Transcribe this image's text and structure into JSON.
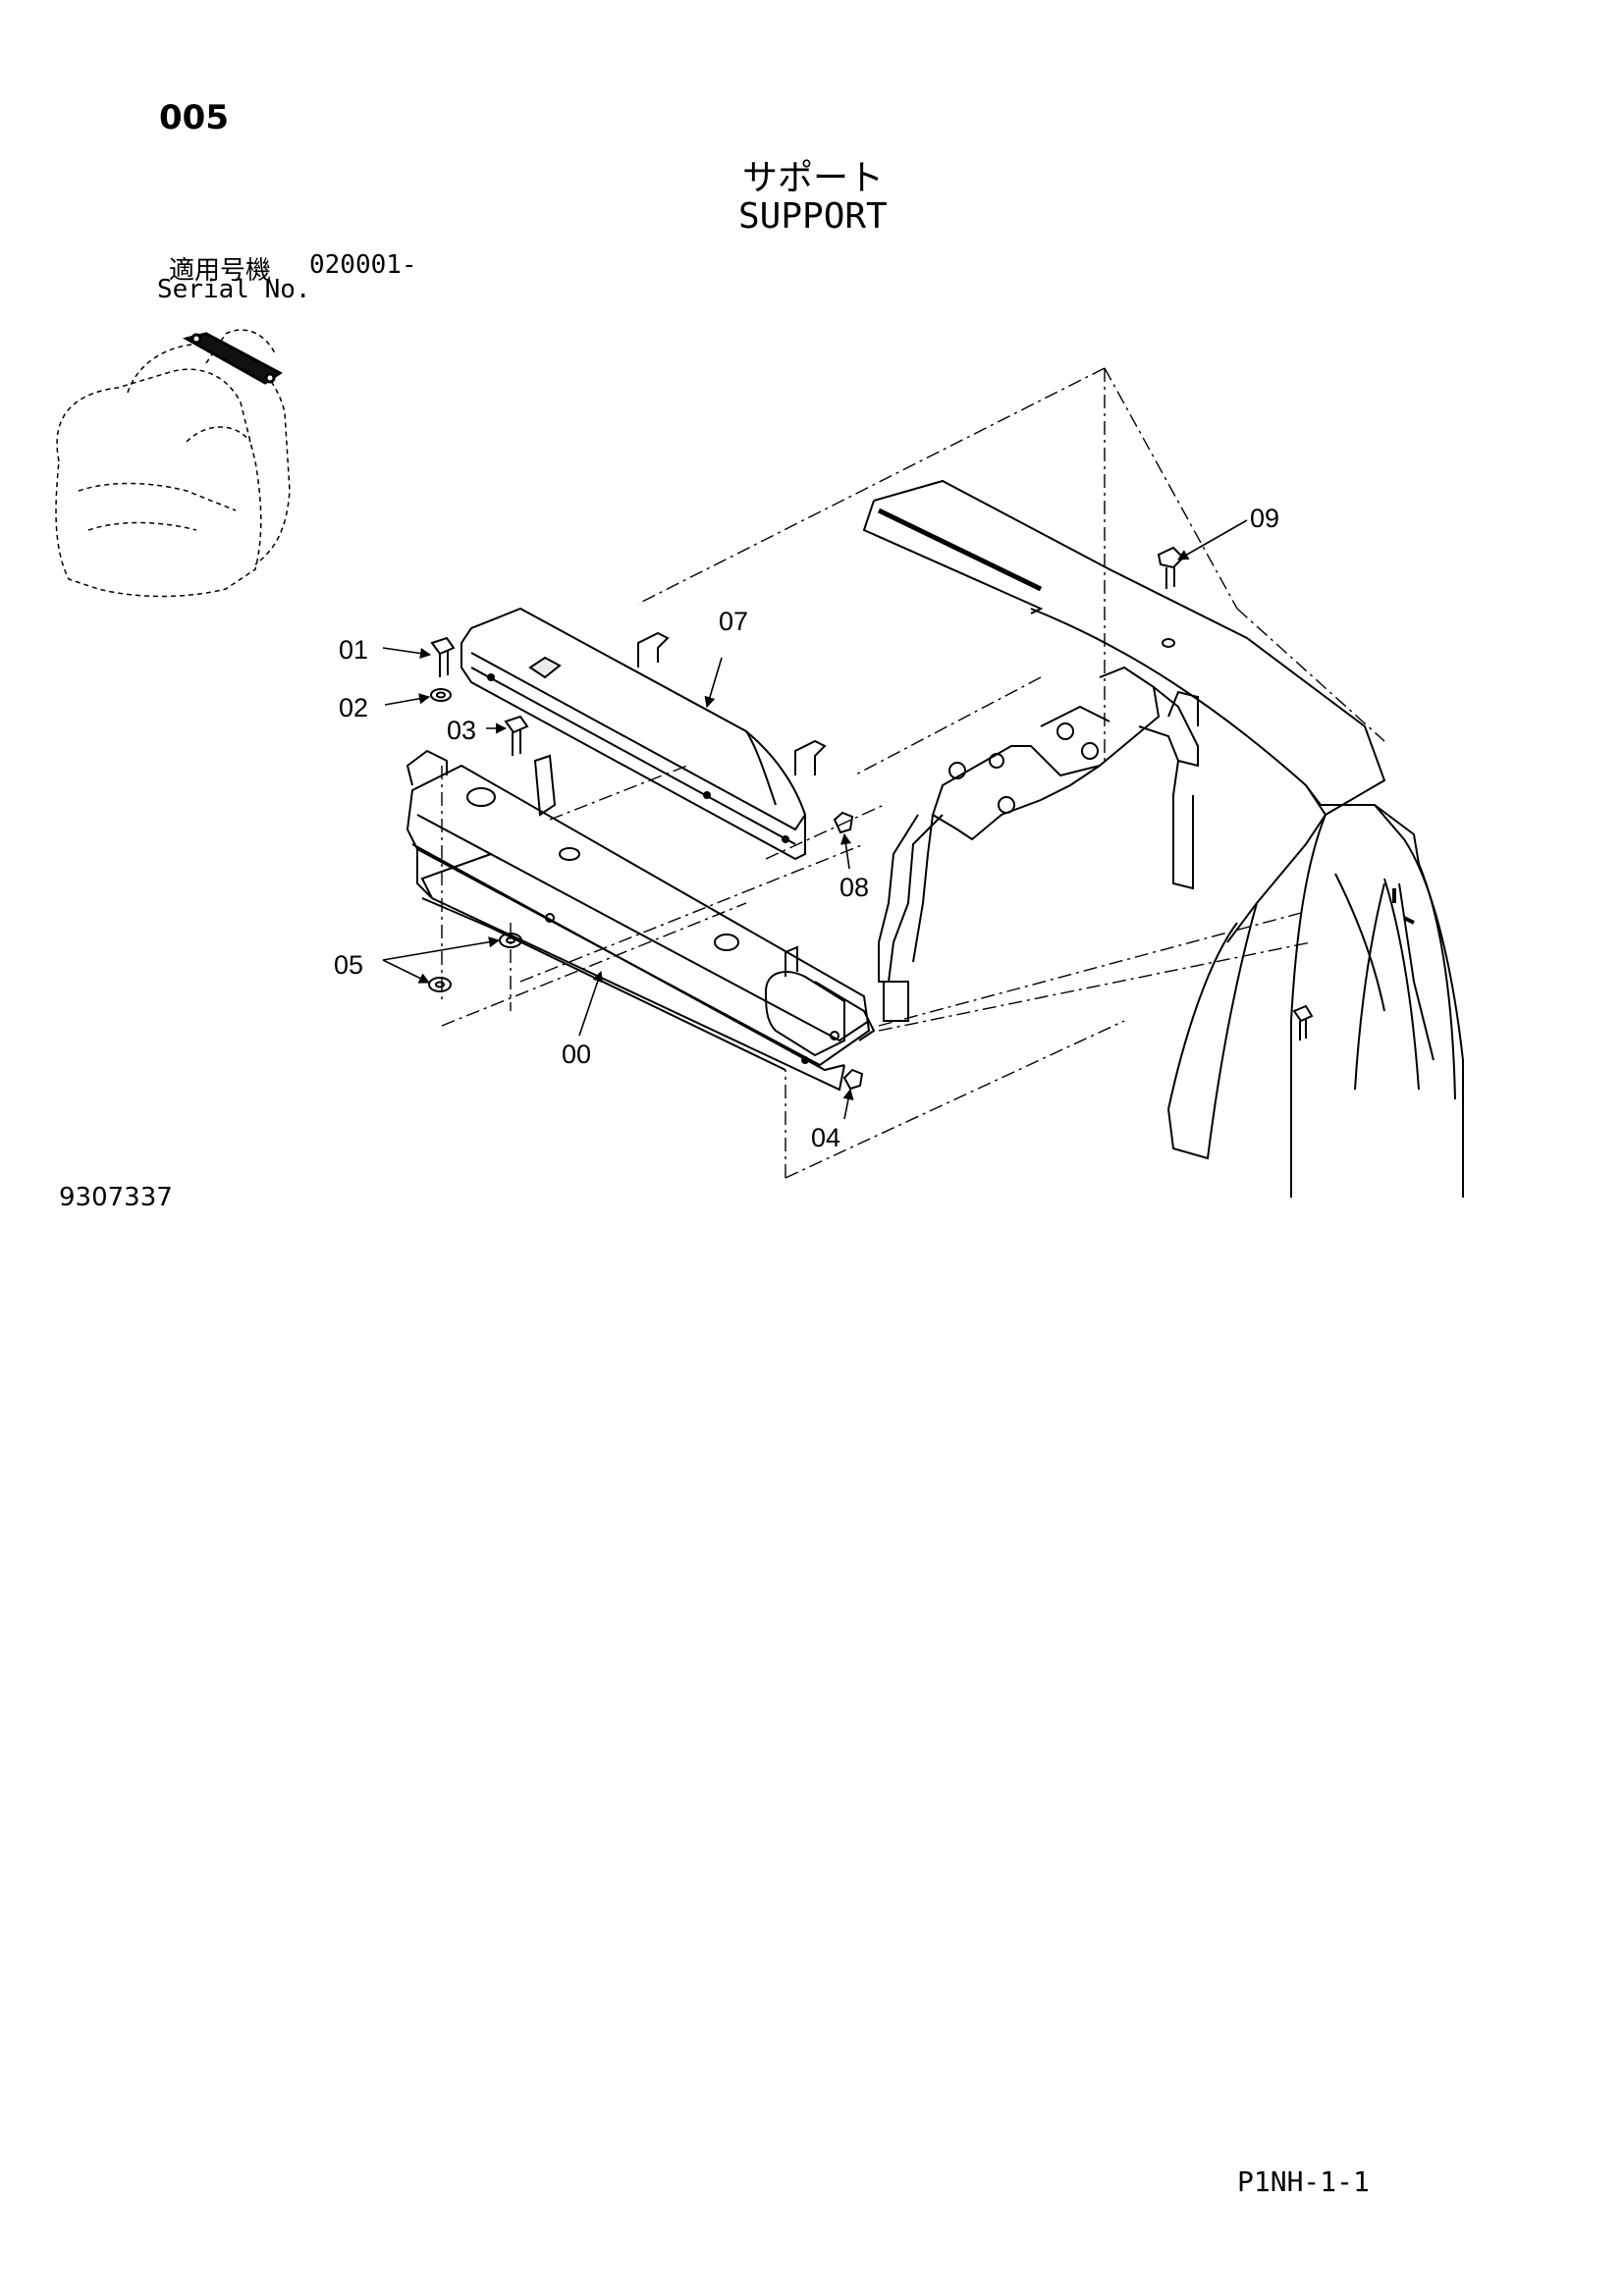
{
  "page_code": "005",
  "title": {
    "jp": "サポート",
    "en": "SUPPORT"
  },
  "serial": {
    "jp_label": "適用号機",
    "value": "020001-",
    "en_label": "Serial No."
  },
  "callouts": [
    "09",
    "07",
    "01",
    "02",
    "03",
    "08",
    "05",
    "00",
    "04"
  ],
  "drawing_number": "9307337",
  "page_reference": "P1NH-1-1"
}
